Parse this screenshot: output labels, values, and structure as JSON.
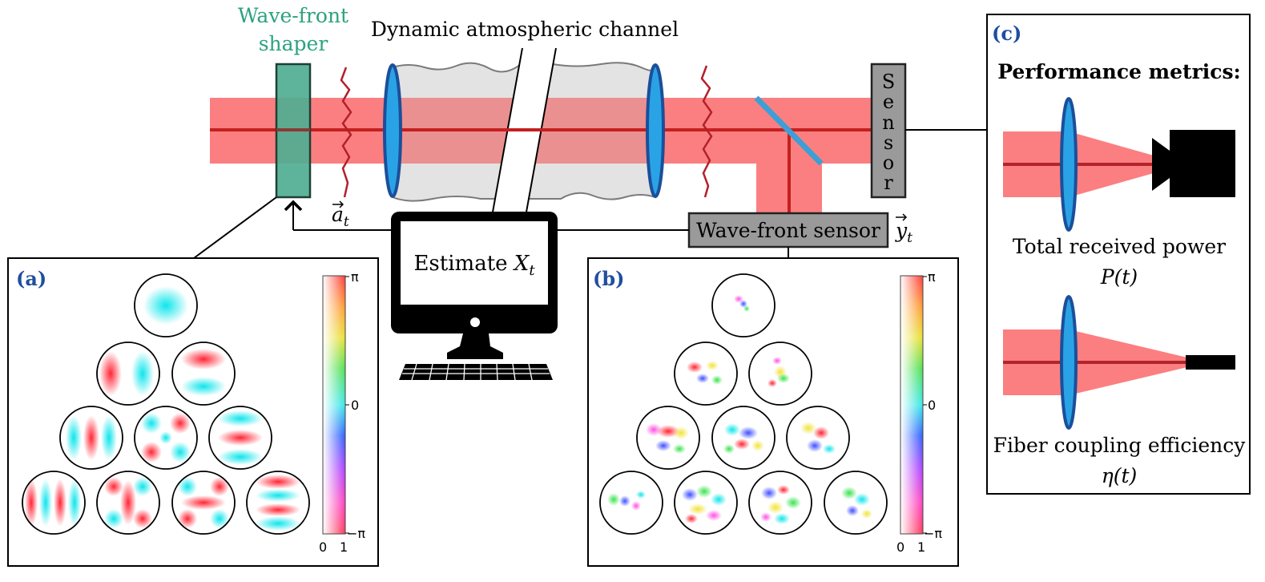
{
  "labels": {
    "wavefront_shaper": [
      "Wave-front",
      "shaper"
    ],
    "channel": "Dynamic atmospheric channel",
    "sensor_letters": [
      "S",
      "e",
      "n",
      "s",
      "o",
      "r"
    ],
    "wfs": "Wave-front sensor",
    "action_sym": "a",
    "action_sub": "t",
    "obs_sym": "y",
    "obs_sub": "t",
    "estimate_text": "Estimate ",
    "estimate_var": "X",
    "estimate_sub": "t"
  },
  "panel_a": {
    "tag": "(a)",
    "colorbar_ticks": [
      "π",
      "0",
      "−π"
    ],
    "colorbar_axis": [
      "0",
      "1"
    ]
  },
  "panel_b": {
    "tag": "(b)",
    "colorbar_ticks": [
      "π",
      "0",
      "−π"
    ],
    "colorbar_axis": [
      "0",
      "1"
    ]
  },
  "panel_c": {
    "tag": "(c)",
    "title": "Performance metrics:",
    "metric1_name": "Total received power",
    "metric1_sym": "P(t)",
    "metric2_name": "Fiber coupling efficiency",
    "metric2_sym": "η(t)"
  },
  "colors": {
    "beam": "#fb7f80",
    "beam_core": "#c51f1f",
    "shaper": "#4fae92",
    "shaper_label": "#2ca27f",
    "lens": "#1e9bdf",
    "tag": "#1f4e9f",
    "channel": "#dcdcdc"
  }
}
